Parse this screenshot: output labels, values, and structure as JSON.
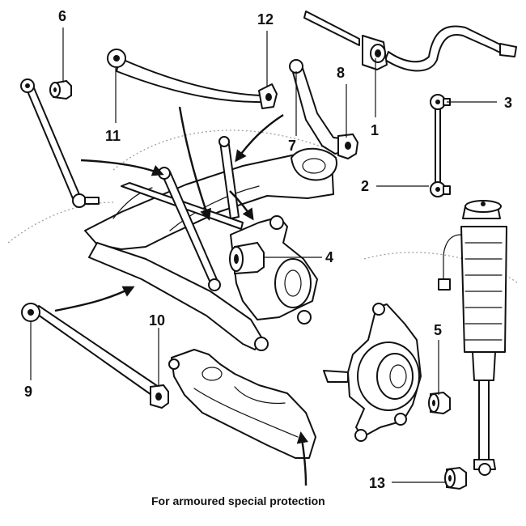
{
  "callouts": {
    "c1": "1",
    "c2": "2",
    "c3": "3",
    "c4": "4",
    "c5": "5",
    "c6": "6",
    "c7": "7",
    "c8": "8",
    "c9": "9",
    "c10": "10",
    "c11": "11",
    "c12": "12",
    "c13": "13"
  },
  "caption": "For armoured special protection"
}
